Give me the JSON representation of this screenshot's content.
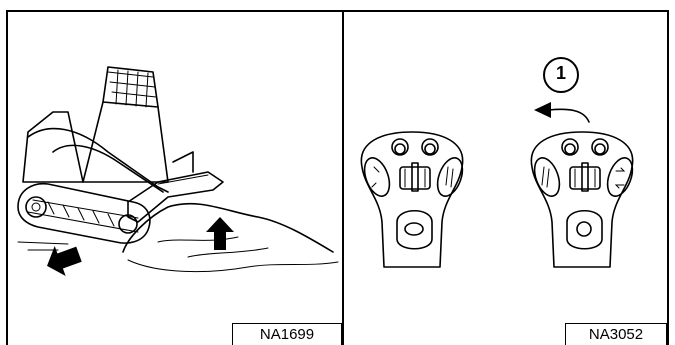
{
  "figures": {
    "left": {
      "label": "NA1699"
    },
    "right": {
      "label": "NA3052",
      "callout": "1"
    }
  },
  "icons": [
    "skid-steer-loader-illustration",
    "travel-arrow-icon",
    "lift-arrow-icon",
    "joystick-handle-illustration",
    "rotate-arrow-icon"
  ]
}
